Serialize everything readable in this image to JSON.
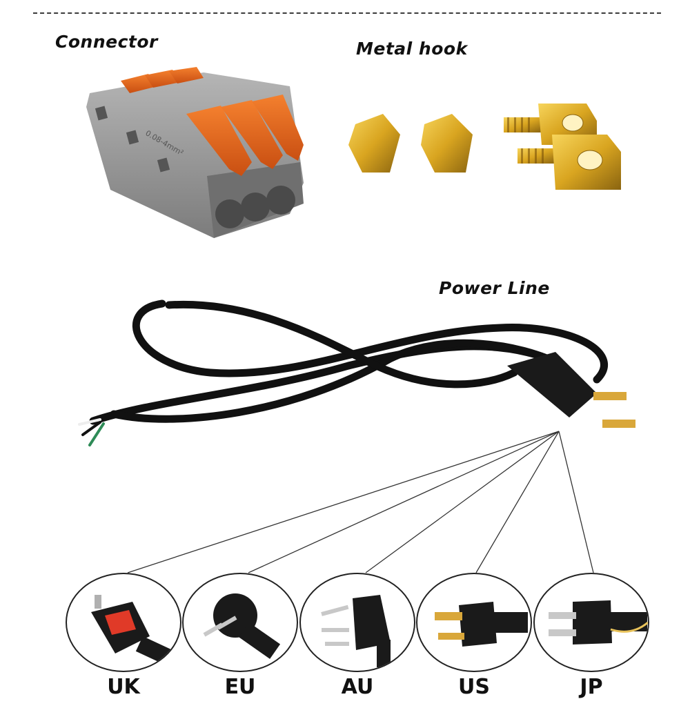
{
  "labels": {
    "connector": "Connector",
    "metal_hook": "Metal hook",
    "power_line": "Power Line"
  },
  "plug_types": [
    "UK",
    "EU",
    "AU",
    "US",
    "JP"
  ],
  "connector": {
    "marking": "0.08-4mm²"
  },
  "colors": {
    "connector_body": "#8d8d8d",
    "connector_lever": "#e8661c",
    "brass": "#d4a420",
    "cable": "#111111",
    "wire_green": "#2e8b57",
    "uk_fuse": "#e03a28"
  }
}
